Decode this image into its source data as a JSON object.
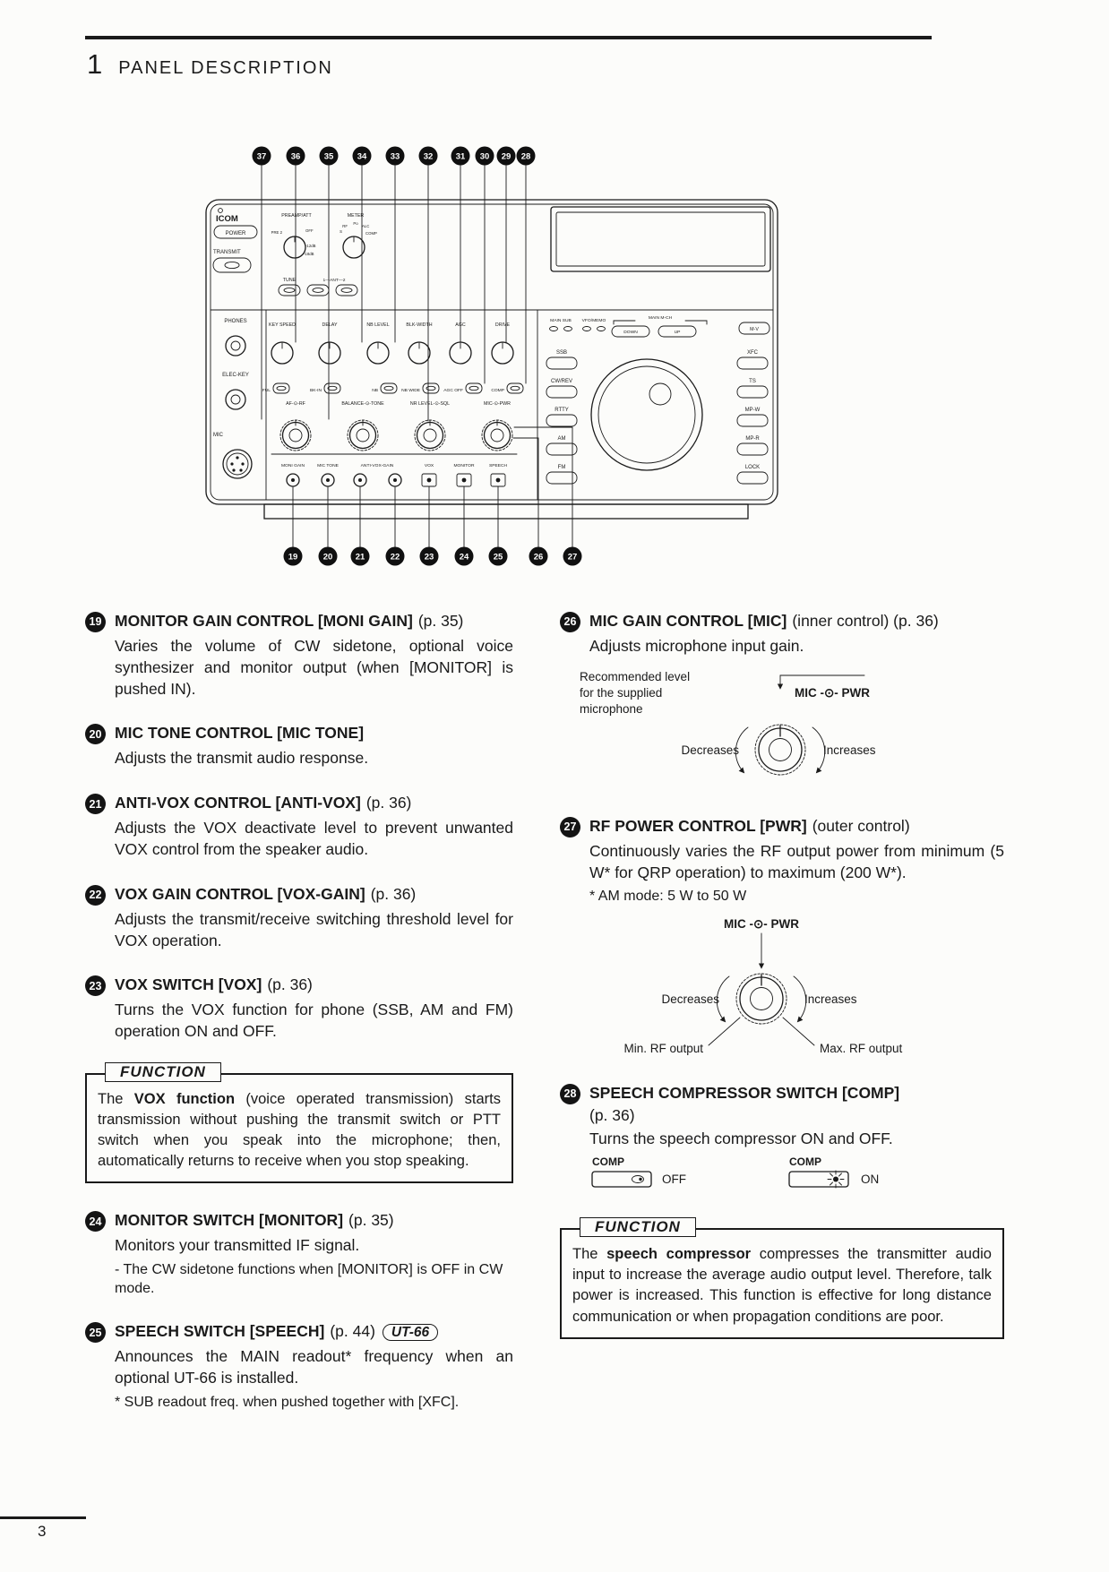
{
  "header": {
    "chapter_num": "1",
    "chapter_title": "PANEL DESCRIPTION"
  },
  "footer": {
    "page_number": "3"
  },
  "panel": {
    "callouts_top": [
      "37",
      "36",
      "35",
      "34",
      "33",
      "32",
      "31",
      "30",
      "29",
      "28"
    ],
    "callouts_bottom": [
      "19",
      "20",
      "21",
      "22",
      "23",
      "24",
      "25",
      "26",
      "27"
    ],
    "labels": {
      "brand": "ICOM",
      "power": "POWER",
      "transmit": "TRANSMIT",
      "phones": "PHONES",
      "elec_key": "ELEC-KEY",
      "mic": "MIC",
      "preamp": "PREAMP/ATT",
      "meter": "METER",
      "preamp_ticks": [
        "PRE 2",
        "OFF",
        "-12dB",
        "-18dB"
      ],
      "meter_ticks": [
        "S",
        "RF",
        "Po",
        "ALC",
        "COMP"
      ],
      "tune": "TUNE",
      "ant": "1—ANT—2",
      "knob_row": [
        "KEY SPEED",
        "DELAY",
        "NB LEVEL",
        "BLK-WIDTH",
        "AGC",
        "DRIVE"
      ],
      "button_row": [
        "FUL",
        "BK-IN",
        "NB",
        "NB WIDE",
        "AGC OFF",
        "COMP"
      ],
      "dual_knobs": [
        "AF-⊙-RF",
        "BALANCE-⊙-TONE",
        "NR LEVEL-⊙-SQL",
        "MIC-⊙-PWR"
      ],
      "bottom_row": [
        "MONI GAIN",
        "MIC TONE",
        "ANTI-VOX-GAIN",
        "VOX",
        "MONITOR",
        "SPEECH"
      ],
      "main_sub": "MAIN SUB",
      "vfo_memo": "VFO/MEMO",
      "main_mch": "MAIN M-CH",
      "down": "DOWN",
      "up": "UP",
      "mv": "M-V",
      "modes": [
        "SSB",
        "CW/REV",
        "RTTY",
        "AM",
        "FM"
      ],
      "right_buttons": [
        "XFC",
        "TS",
        "MP-W",
        "MP-R",
        "LOCK"
      ]
    }
  },
  "left_column": {
    "items": [
      {
        "num": "19",
        "title": "MONITOR GAIN CONTROL [MONI GAIN]",
        "suffix": "(p. 35)",
        "body": "Varies the volume of CW sidetone, optional voice synthesizer and monitor output (when [MONITOR] is pushed IN)."
      },
      {
        "num": "20",
        "title": "MIC TONE CONTROL [MIC TONE]",
        "suffix": "",
        "body": "Adjusts the transmit audio response."
      },
      {
        "num": "21",
        "title": "ANTI-VOX CONTROL [ANTI-VOX]",
        "suffix": "(p. 36)",
        "body": "Adjusts the VOX deactivate level to prevent unwanted VOX control from the speaker audio."
      },
      {
        "num": "22",
        "title": "VOX GAIN CONTROL [VOX-GAIN]",
        "suffix": "(p. 36)",
        "body": "Adjusts the transmit/receive switching threshold level for VOX operation."
      },
      {
        "num": "23",
        "title": "VOX SWITCH [VOX]",
        "suffix": "(p. 36)",
        "body": "Turns the VOX function for phone (SSB, AM and FM) operation ON and OFF."
      },
      {
        "num": "24",
        "title": "MONITOR SWITCH [MONITOR]",
        "suffix": "(p. 35)",
        "body": "Monitors your transmitted IF signal.",
        "note": "- The CW sidetone functions when [MONITOR] is OFF in CW mode."
      },
      {
        "num": "25",
        "title": "SPEECH SWITCH [SPEECH]",
        "suffix": "(p. 44)",
        "tag": "UT-66",
        "body": "Announces the MAIN readout* frequency when an optional UT-66 is installed.",
        "note": "* SUB readout freq. when pushed together with [XFC]."
      }
    ],
    "function_box": {
      "label": "FUNCTION",
      "text_prefix": "The ",
      "text_bold": "VOX function",
      "text_rest": " (voice operated transmission) starts transmission without pushing the transmit switch or PTT switch when you speak into the microphone; then, automatically returns to receive when you stop speaking."
    }
  },
  "right_column": {
    "items": [
      {
        "num": "26",
        "title": "MIC GAIN CONTROL [MIC]",
        "suffix": "(inner control) (p. 36)",
        "body": "Adjusts microphone input gain."
      },
      {
        "num": "27",
        "title": "RF POWER CONTROL [PWR]",
        "suffix": "(outer control)",
        "body": "Continuously varies the RF output power from minimum (5 W* for QRP operation) to maximum (200 W*).",
        "note": "* AM mode: 5 W to 50 W"
      },
      {
        "num": "28",
        "title": "SPEECH COMPRESSOR SWITCH [COMP]",
        "suffix": "",
        "line2": "(p. 36)",
        "body": "Turns the speech compressor ON and OFF."
      }
    ],
    "mic_diagram": {
      "caption_line1": "Recommended level",
      "caption_line2": "for the supplied",
      "caption_line3": "microphone",
      "knob_label": "MIC -⊙- PWR",
      "decrease": "Decreases",
      "increase": "Increases"
    },
    "pwr_diagram": {
      "knob_label": "MIC -⊙- PWR",
      "decrease": "Decreases",
      "increase": "Increases",
      "min": "Min. RF output",
      "max": "Max. RF output"
    },
    "comp_diagram": {
      "label": "COMP",
      "off": "OFF",
      "on": "ON"
    },
    "function_box": {
      "label": "FUNCTION",
      "text_prefix": "The ",
      "text_bold": "speech compressor",
      "text_rest": " compresses the transmitter audio input to increase the average audio output level. Therefore, talk power is increased. This function is effective for long distance communication or when propagation conditions are poor."
    }
  }
}
